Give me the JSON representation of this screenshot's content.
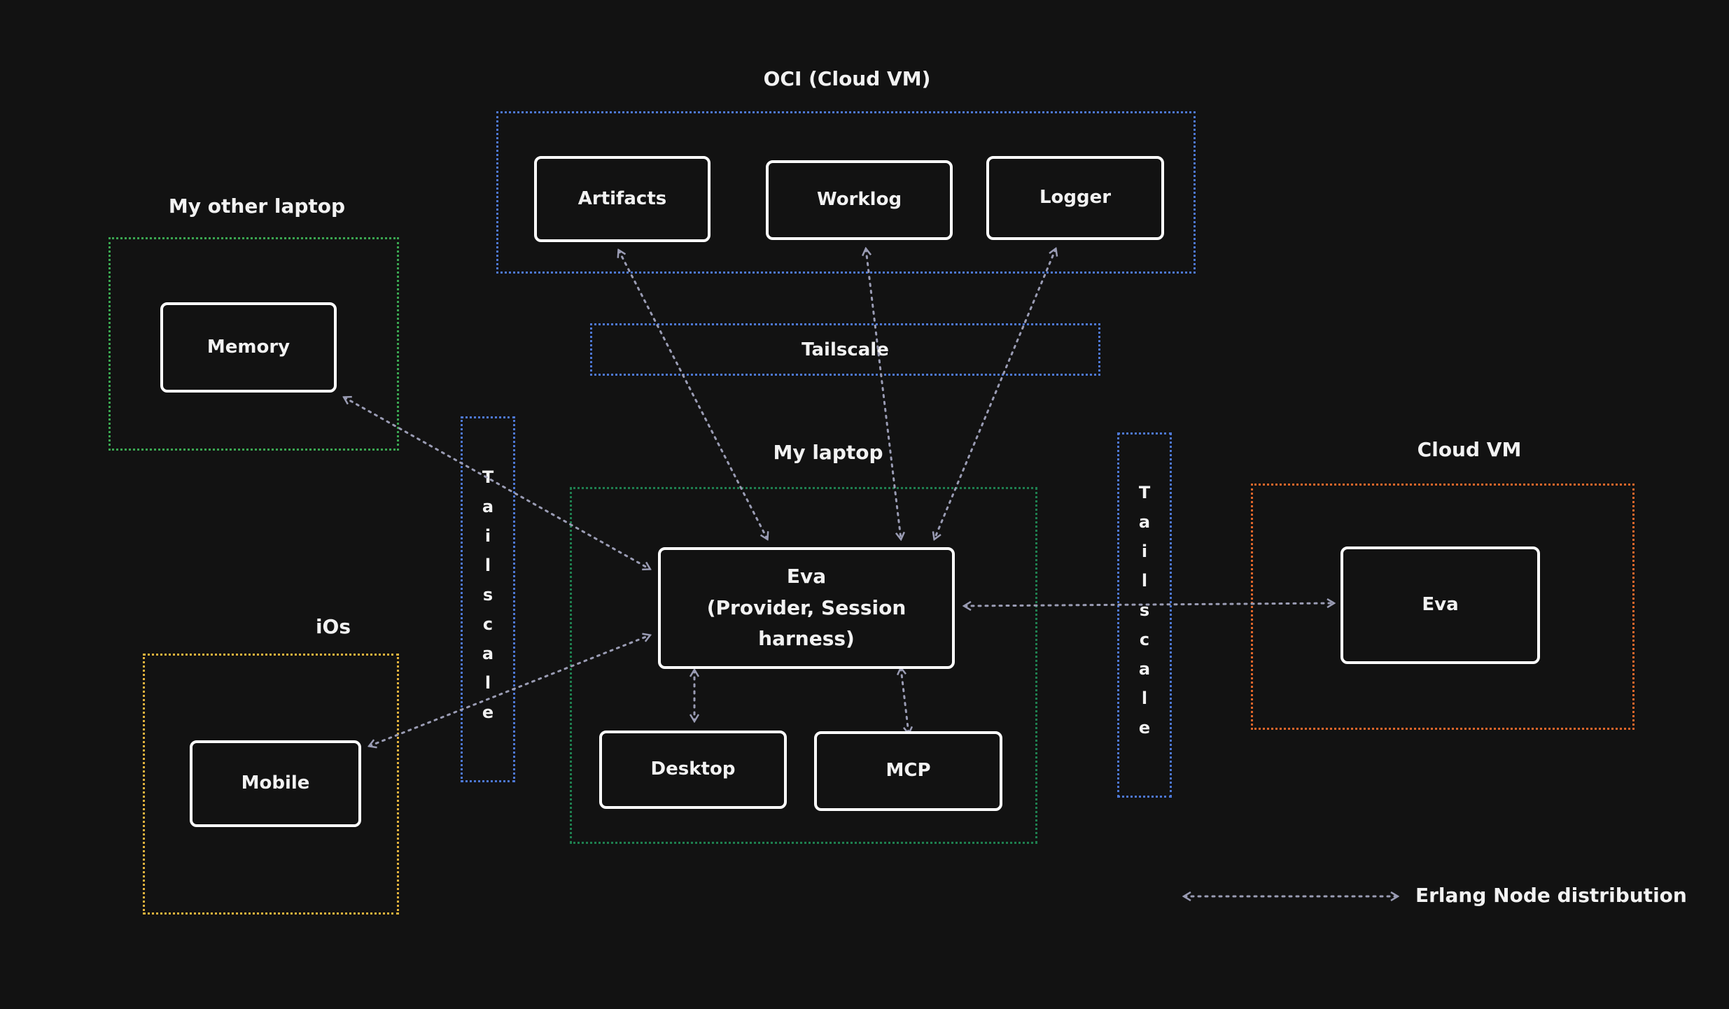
{
  "groups": {
    "oci": {
      "label": "OCI (Cloud VM)"
    },
    "other_laptop": {
      "label": "My other laptop"
    },
    "my_laptop": {
      "label": "My laptop"
    },
    "ios": {
      "label": "iOs"
    },
    "cloud_vm": {
      "label": "Cloud VM"
    }
  },
  "nodes": {
    "artifacts": "Artifacts",
    "worklog": "Worklog",
    "logger": "Logger",
    "memory": "Memory",
    "eva_main": "Eva\n(Provider, Session harness)",
    "desktop": "Desktop",
    "mcp": "MCP",
    "mobile": "Mobile",
    "eva_cloud": "Eva"
  },
  "tailscale": {
    "top": "Tailscale",
    "left": "Tailscale",
    "right": "Tailscale"
  },
  "legend": {
    "label": "Erlang Node distribution"
  },
  "colors": {
    "background": "#121212",
    "edge": "#9a9cb4",
    "green": "#3aa651",
    "dark_green": "#1e7f4f",
    "blue": "#4d78d6",
    "yellow": "#e3b23c",
    "orange": "#e0662a"
  }
}
